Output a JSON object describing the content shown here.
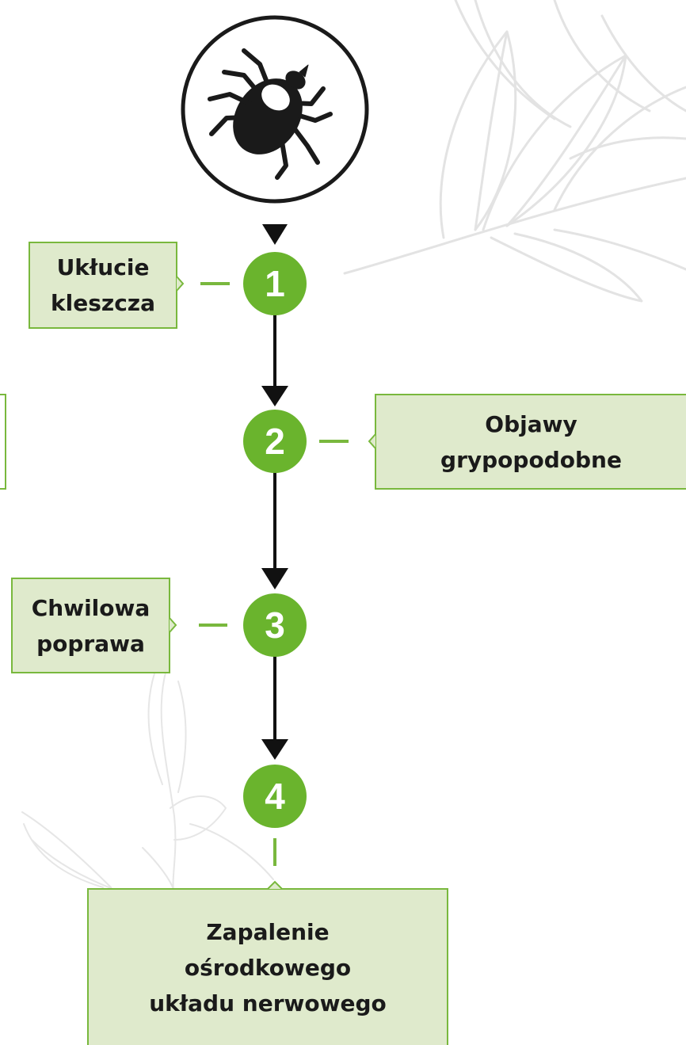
{
  "steps": [
    {
      "number": "1",
      "label_line1": "Ukłucie",
      "label_line2": "kleszcza"
    },
    {
      "number": "2",
      "label_line1": "Objawy",
      "label_line2": "grypopodobne"
    },
    {
      "number": "3",
      "label_line1": "Chwilowa",
      "label_line2": "poprawa"
    },
    {
      "number": "4",
      "label_line1": "Zapalenie",
      "label_line2": "ośrodkowego",
      "label_line3": "układu nerwowego"
    }
  ],
  "colors": {
    "accent_green": "#6ab42d",
    "box_fill": "#dfeacc",
    "box_border": "#79b83d",
    "line": "#111111",
    "leaf": "#e6e6e6"
  },
  "icons": {
    "top": "tick-icon"
  }
}
